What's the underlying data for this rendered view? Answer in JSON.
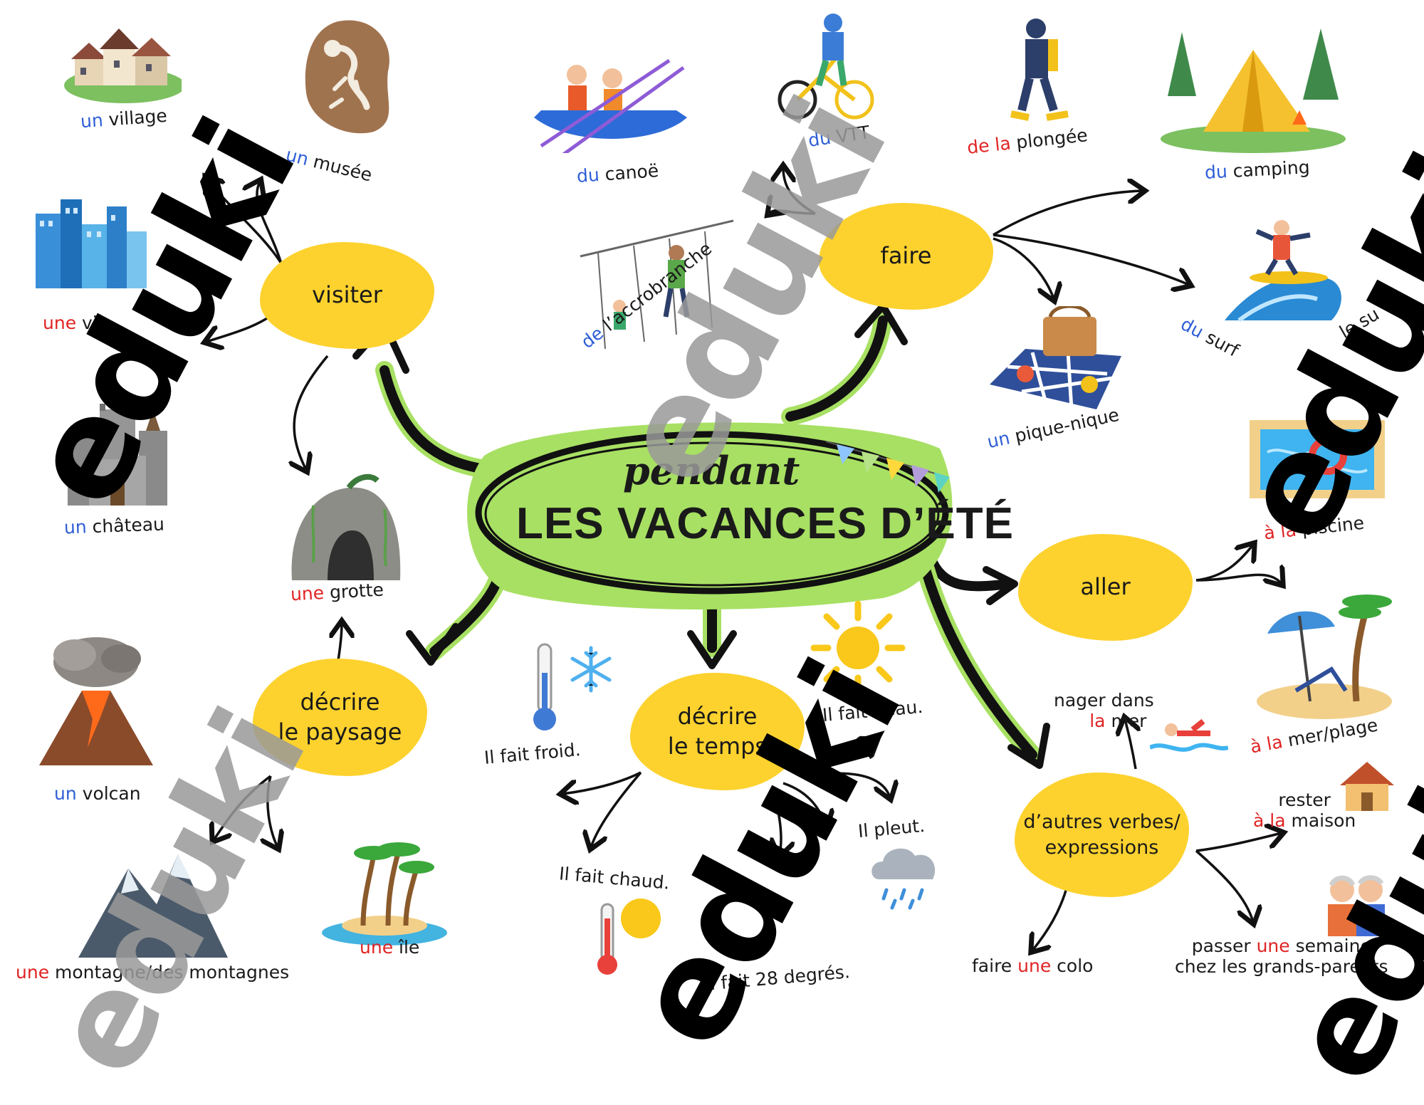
{
  "center": {
    "top": "pendant",
    "title": "LES VACANCES D’ÉTÉ"
  },
  "verbs": {
    "visiter": "visiter",
    "faire": "faire",
    "aller": "aller",
    "decrire_paysage": [
      "décrire",
      "le paysage"
    ],
    "decrire_temps": [
      "décrire",
      "le temps"
    ],
    "autres": [
      "d’autres verbes/",
      "expressions"
    ]
  },
  "items": {
    "village": {
      "art": "un",
      "word": " village"
    },
    "musee": {
      "art": "un",
      "word": " musée"
    },
    "ville": {
      "art": "une",
      "word": " vi"
    },
    "chateau": {
      "art": "un",
      "word": " château"
    },
    "grotte": {
      "art": "une",
      "word": " grotte"
    },
    "volcan": {
      "art": "un",
      "word": " volcan"
    },
    "montagne": {
      "art": "une",
      "word": " montagne/des montagnes"
    },
    "ile": {
      "art": "une",
      "word": " île"
    },
    "canoe": {
      "art": "du",
      "word": " canoë"
    },
    "vtt": {
      "art": "du",
      "word": " VTT"
    },
    "plongee": {
      "art": "de la",
      "word": " plongée"
    },
    "camping": {
      "art": "du",
      "word": " camping"
    },
    "surf": {
      "art": "du",
      "word": " surf",
      "extra": "le su"
    },
    "accrobranche": {
      "art": "de",
      "word": " l’accrobranche"
    },
    "piquenique": {
      "art": "un",
      "word": " pique-nique"
    },
    "piscine": {
      "art": "à la",
      "word": " piscine"
    },
    "mer": {
      "art": "à la",
      "word": " mer/plage"
    },
    "nager": {
      "line1": "nager dans",
      "art": "la",
      "word": " mer"
    },
    "maison": {
      "line1": "rester",
      "art": "à la",
      "word": " maison"
    },
    "colo": {
      "pre": "faire ",
      "art": "une",
      "word": " colo"
    },
    "grandsparents": {
      "pre": "passer ",
      "art": "une",
      "word": " semaine",
      "line2": "chez les grands-parents"
    }
  },
  "weather": {
    "froid": "Il fait froid.",
    "beau": "Il fait beau.",
    "chaud": "Il fait chaud.",
    "pleut": "Il pleut.",
    "degres": "Il fait 28 degrés."
  },
  "watermark": "eduki",
  "colors": {
    "blob": "#fdd22e",
    "center_green": "#a8e063",
    "article_masc": "#2f5fd6",
    "article_fem": "#e02424",
    "arrow": "#111111"
  },
  "icons": [
    "village-icon",
    "museum-fossil-icon",
    "city-icon",
    "castle-icon",
    "cave-icon",
    "volcano-icon",
    "mountain-icon",
    "island-icon",
    "canoe-icon",
    "bike-icon",
    "diver-icon",
    "tent-icon",
    "surfer-icon",
    "treetop-icon",
    "picnic-icon",
    "pool-icon",
    "beach-icon",
    "swimmer-icon",
    "house-icon",
    "grandparents-icon",
    "thermometer-icon",
    "snowflake-icon",
    "sun-icon",
    "rain-cloud-icon",
    "hot-thermometer-icon"
  ]
}
